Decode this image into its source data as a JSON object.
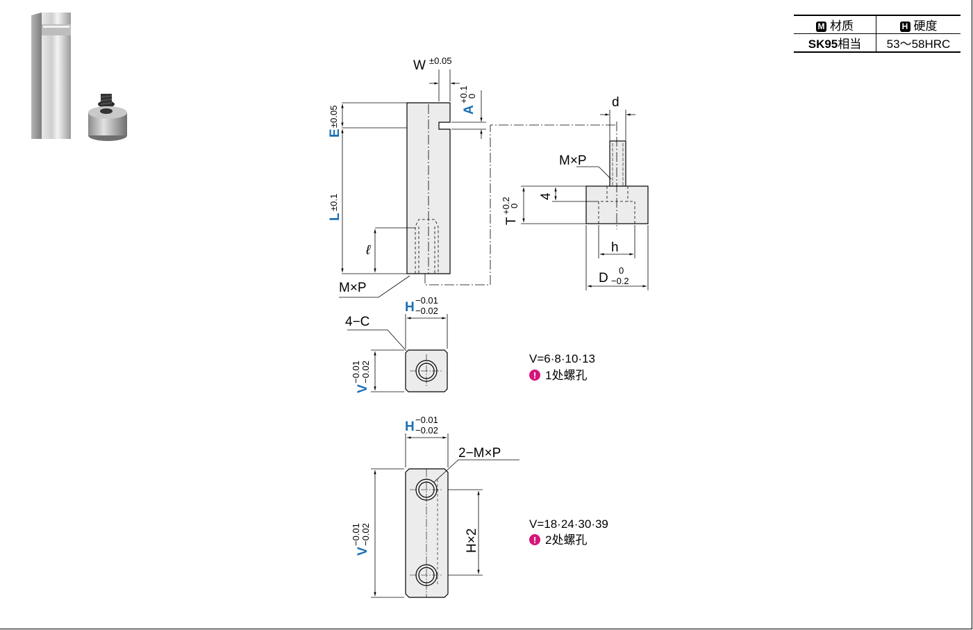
{
  "spec_table": {
    "material_header": "材质",
    "material_badge": "M",
    "hardness_header": "硬度",
    "hardness_badge": "H",
    "material_code": "SK95",
    "material_suffix": "相当",
    "hardness_value": "53～58HRC"
  },
  "dims": {
    "W": "W",
    "W_tol": "±0.05",
    "A": "A",
    "A_tol_upper": "+0.1",
    "A_tol_lower": "0",
    "E": "E",
    "E_tol": "±0.05",
    "L": "L",
    "L_tol": "±0.1",
    "ell": "ℓ",
    "MxP": "M×P",
    "d": "d",
    "MxP_pin": "M×P",
    "four": "4",
    "T": "T",
    "T_tol_upper": "+0.2",
    "T_tol_lower": "0",
    "h": "h",
    "D": "D",
    "D_tol_upper": "0",
    "D_tol_lower": "−0.2",
    "H1": "H",
    "H1_tol_upper": "−0.01",
    "H1_tol_lower": "−0.02",
    "fourC": "4−C",
    "V1": "V",
    "V1_tol_upper": "−0.01",
    "V1_tol_lower": "−0.02",
    "H2": "H",
    "H2_tol_upper": "−0.01",
    "H2_tol_lower": "−0.02",
    "twoMxP": "2−M×P",
    "V2": "V",
    "V2_tol_upper": "−0.01",
    "V2_tol_lower": "−0.02",
    "Hx2": "H×2"
  },
  "notes": {
    "small_v": "V=6·8·10·13",
    "small_holes": "1处螺孔",
    "large_v": "V=18·24·30·39",
    "large_holes": "2处螺孔"
  },
  "colors": {
    "dimension_blue": "#1a6fb5",
    "note_magenta": "#d6157a",
    "part_fill": "#ececec"
  }
}
